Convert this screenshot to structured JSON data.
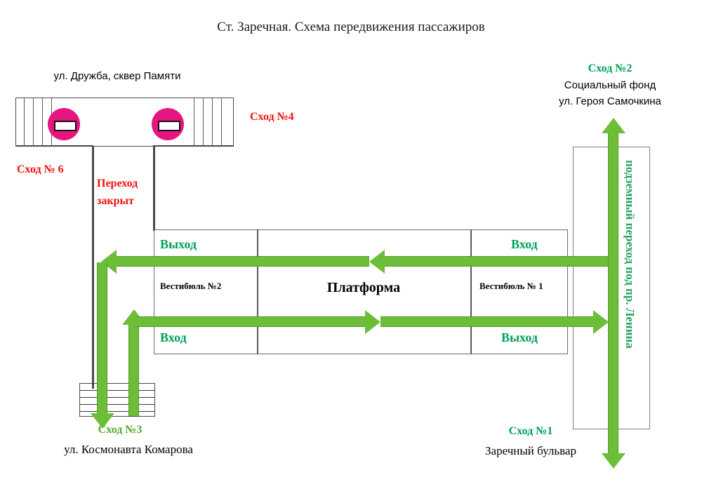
{
  "title": "Ст. Заречная. Схема передвижения пассажиров",
  "colors": {
    "arrow_green": "#6cbe38",
    "arrow_green_border": "#4f9a26",
    "exit_label_green": "#00a05a",
    "closed_red": "#f01010",
    "sign_magenta": "#e6157f",
    "line_gray": "#4a4a4a"
  },
  "top_area": {
    "street_label": "ул. Дружба, сквер Памяти",
    "exit6_label": "Сход № 6",
    "exit4_label": "Сход №4",
    "closed_label_line1": "Переход",
    "closed_label_line2": "закрыт",
    "sign_name": "no-entry-sign",
    "signs_count": 2
  },
  "right_area": {
    "exit2_label": "Сход №2",
    "exit2_place_line1": "Социальный фонд",
    "exit2_place_line2": "ул. Героя Самочкина",
    "underpass_label": "подземный переход под пр. Ленина",
    "exit1_label": "Сход №1",
    "exit1_place": "Заречный бульвар"
  },
  "bottom_left_area": {
    "exit3_label": "Сход №3",
    "exit3_place": "ул. Космонавта Комарова"
  },
  "station": {
    "vestibule2_label": "Вестибюль №2",
    "platform_label": "Платформа",
    "vestibule1_label": "Вестибюль № 1",
    "flow_top_left_label": "Выход",
    "flow_top_right_label": "Вход",
    "flow_bottom_left_label": "Вход",
    "flow_bottom_right_label": "Выход"
  },
  "diagram_data": {
    "type": "diagram",
    "subject": "Станция Заречная — схема передвижения пассажиров",
    "exits": [
      {
        "id": "Сход №1",
        "place": "Заречный бульвар",
        "status": "open",
        "color": "#00a05a"
      },
      {
        "id": "Сход №2",
        "place": "Социальный фонд, ул. Героя Самочкина",
        "status": "open",
        "color": "#00a05a"
      },
      {
        "id": "Сход №3",
        "place": "ул. Космонавта Комарова",
        "status": "open",
        "color": "#5aa52c"
      },
      {
        "id": "Сход №4",
        "place": "",
        "status": "closed",
        "color": "#f01010"
      },
      {
        "id": "Сход № 6",
        "place": "ул. Дружба, сквер Памяти",
        "status": "closed",
        "color": "#f01010"
      }
    ],
    "flows": [
      {
        "from": "Сход №2 / подземный переход",
        "to": "Вестибюль № 1",
        "type": "Вход",
        "direction": "left"
      },
      {
        "from": "Вестибюль №2",
        "to": "Сход №3",
        "type": "Выход",
        "direction": "left-down"
      },
      {
        "from": "Сход №3",
        "to": "Вестибюль №2",
        "type": "Вход",
        "direction": "up-right"
      },
      {
        "from": "Вестибюль № 1",
        "to": "Сход №1",
        "type": "Выход",
        "direction": "right-down"
      }
    ],
    "blocked": [
      "Переход закрыт"
    ]
  }
}
